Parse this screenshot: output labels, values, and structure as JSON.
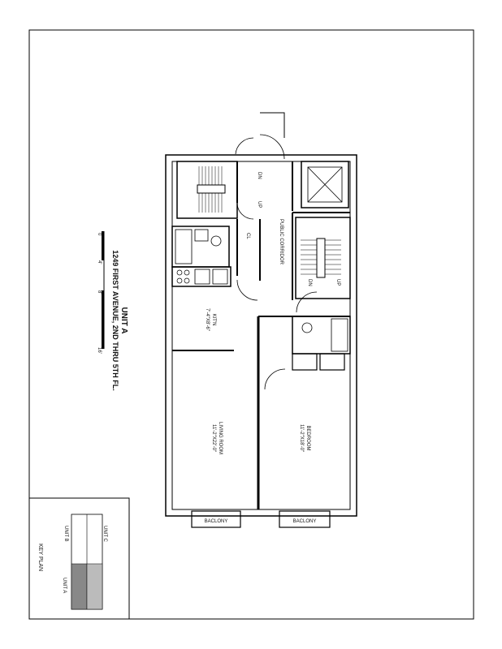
{
  "title": {
    "unit": "UNIT A",
    "address": "1249 FIRST AVENUE, 2ND THRU 5TH FL."
  },
  "scale_bar": {
    "ticks": [
      "0",
      "4'",
      "8'",
      "16'"
    ]
  },
  "rooms": {
    "living_room": {
      "name": "LIVING ROOM",
      "dims": "11'-2\"X22'-0\""
    },
    "bedroom": {
      "name": "BEDROOM",
      "dims": "11'-2\"X18'-0\""
    },
    "kitchen": {
      "name": "KIT'N",
      "dims": "7'-4\"X8'-6\""
    }
  },
  "labels": {
    "public_corridor": "PUBLIC CORRIDOR",
    "closet": "CL",
    "stair_up_1": "UP",
    "stair_dn_1": "DN",
    "stair_up_2": "UP",
    "stair_dn_2": "DN",
    "balcony_left": "BACLONY",
    "balcony_right": "BACLONY"
  },
  "key_plan": {
    "title": "KEY PLAN",
    "unit_a": "UNIT A",
    "unit_b": "UNIT B",
    "unit_c": "UNIT C"
  }
}
